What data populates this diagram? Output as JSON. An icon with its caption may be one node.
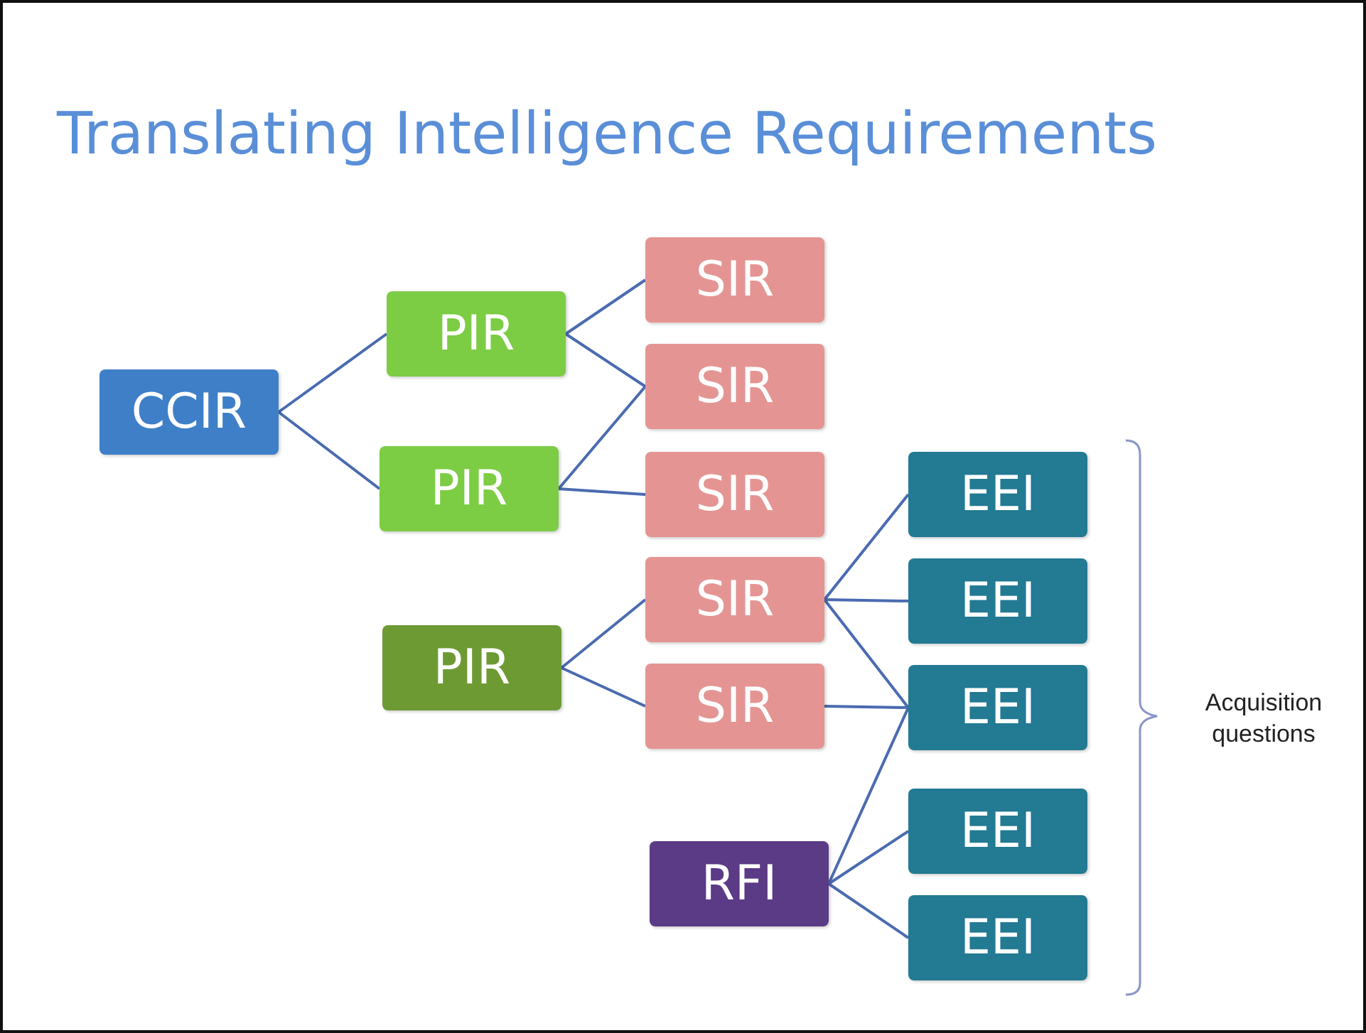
{
  "diagram": {
    "title": "Translating Intelligence Requirements",
    "nodes": [
      {
        "text": [
          "CCIR"
        ]
      },
      {
        "text": [
          "PIR"
        ]
      },
      {
        "text": [
          "PIR"
        ]
      },
      {
        "text": [
          "PIR"
        ]
      },
      {
        "text": [
          "SIR"
        ]
      },
      {
        "text": [
          "SIR"
        ]
      },
      {
        "text": [
          "SIR"
        ]
      },
      {
        "text": [
          "SIR"
        ]
      },
      {
        "text": [
          "SIR"
        ]
      },
      {
        "text": [
          "EEI"
        ]
      },
      {
        "text": [
          "EEI"
        ]
      },
      {
        "text": [
          "EEI"
        ]
      },
      {
        "text": [
          "RFI"
        ]
      },
      {
        "text": [
          "EEI"
        ]
      },
      {
        "text": [
          "EEI"
        ]
      }
    ],
    "edges": [
      {
        "from": 0,
        "to": 1,
        "arrow": "none"
      },
      {
        "from": 0,
        "to": 2,
        "arrow": "none"
      },
      {
        "from": 1,
        "to": 4,
        "arrow": "none"
      },
      {
        "from": 1,
        "to": 5,
        "arrow": "none"
      },
      {
        "from": 2,
        "to": 5,
        "arrow": "none"
      },
      {
        "from": 2,
        "to": 6,
        "arrow": "none"
      },
      {
        "from": 3,
        "to": 7,
        "arrow": "none"
      },
      {
        "from": 3,
        "to": 8,
        "arrow": "none"
      },
      {
        "from": 7,
        "to": 9,
        "arrow": "none"
      },
      {
        "from": 7,
        "to": 10,
        "arrow": "none"
      },
      {
        "from": 7,
        "to": 11,
        "arrow": "none"
      },
      {
        "from": 8,
        "to": 11,
        "arrow": "none"
      },
      {
        "from": 12,
        "to": 11,
        "arrow": "none"
      },
      {
        "from": 12,
        "to": 13,
        "arrow": "none"
      },
      {
        "from": 12,
        "to": 14,
        "arrow": "none"
      }
    ],
    "labels": [
      "Acquisition questions"
    ]
  }
}
